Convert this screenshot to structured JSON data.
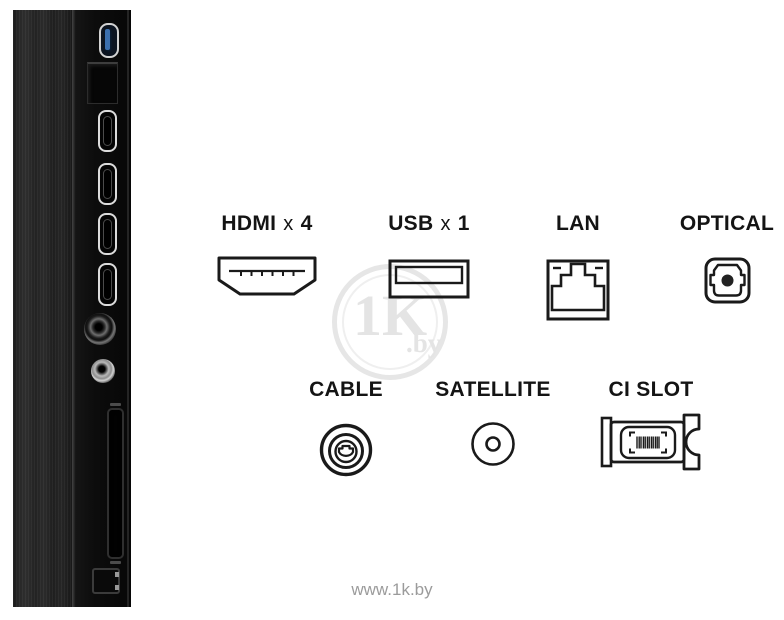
{
  "page": {
    "footer_url": "www.1k.by",
    "watermark_big": "1K",
    "watermark_small": ".by"
  },
  "connectors": {
    "row1": [
      {
        "name": "HDMI",
        "times": "x",
        "count": "4"
      },
      {
        "name": "USB",
        "times": "x",
        "count": "1"
      },
      {
        "name": "LAN",
        "times": "",
        "count": ""
      },
      {
        "name": "OPTICAL",
        "times": "",
        "count": ""
      }
    ],
    "row2": [
      {
        "name": "CABLE"
      },
      {
        "name": "SATELLITE"
      },
      {
        "name": "CI SLOT"
      }
    ]
  },
  "colors": {
    "label_text": "#141414",
    "icon_stroke": "#1a1a1a",
    "footer_text": "#9b9b9b",
    "watermark": "#e4e4e4",
    "usb_port_blue": "#3b6fae",
    "panel_black": "#161616"
  }
}
